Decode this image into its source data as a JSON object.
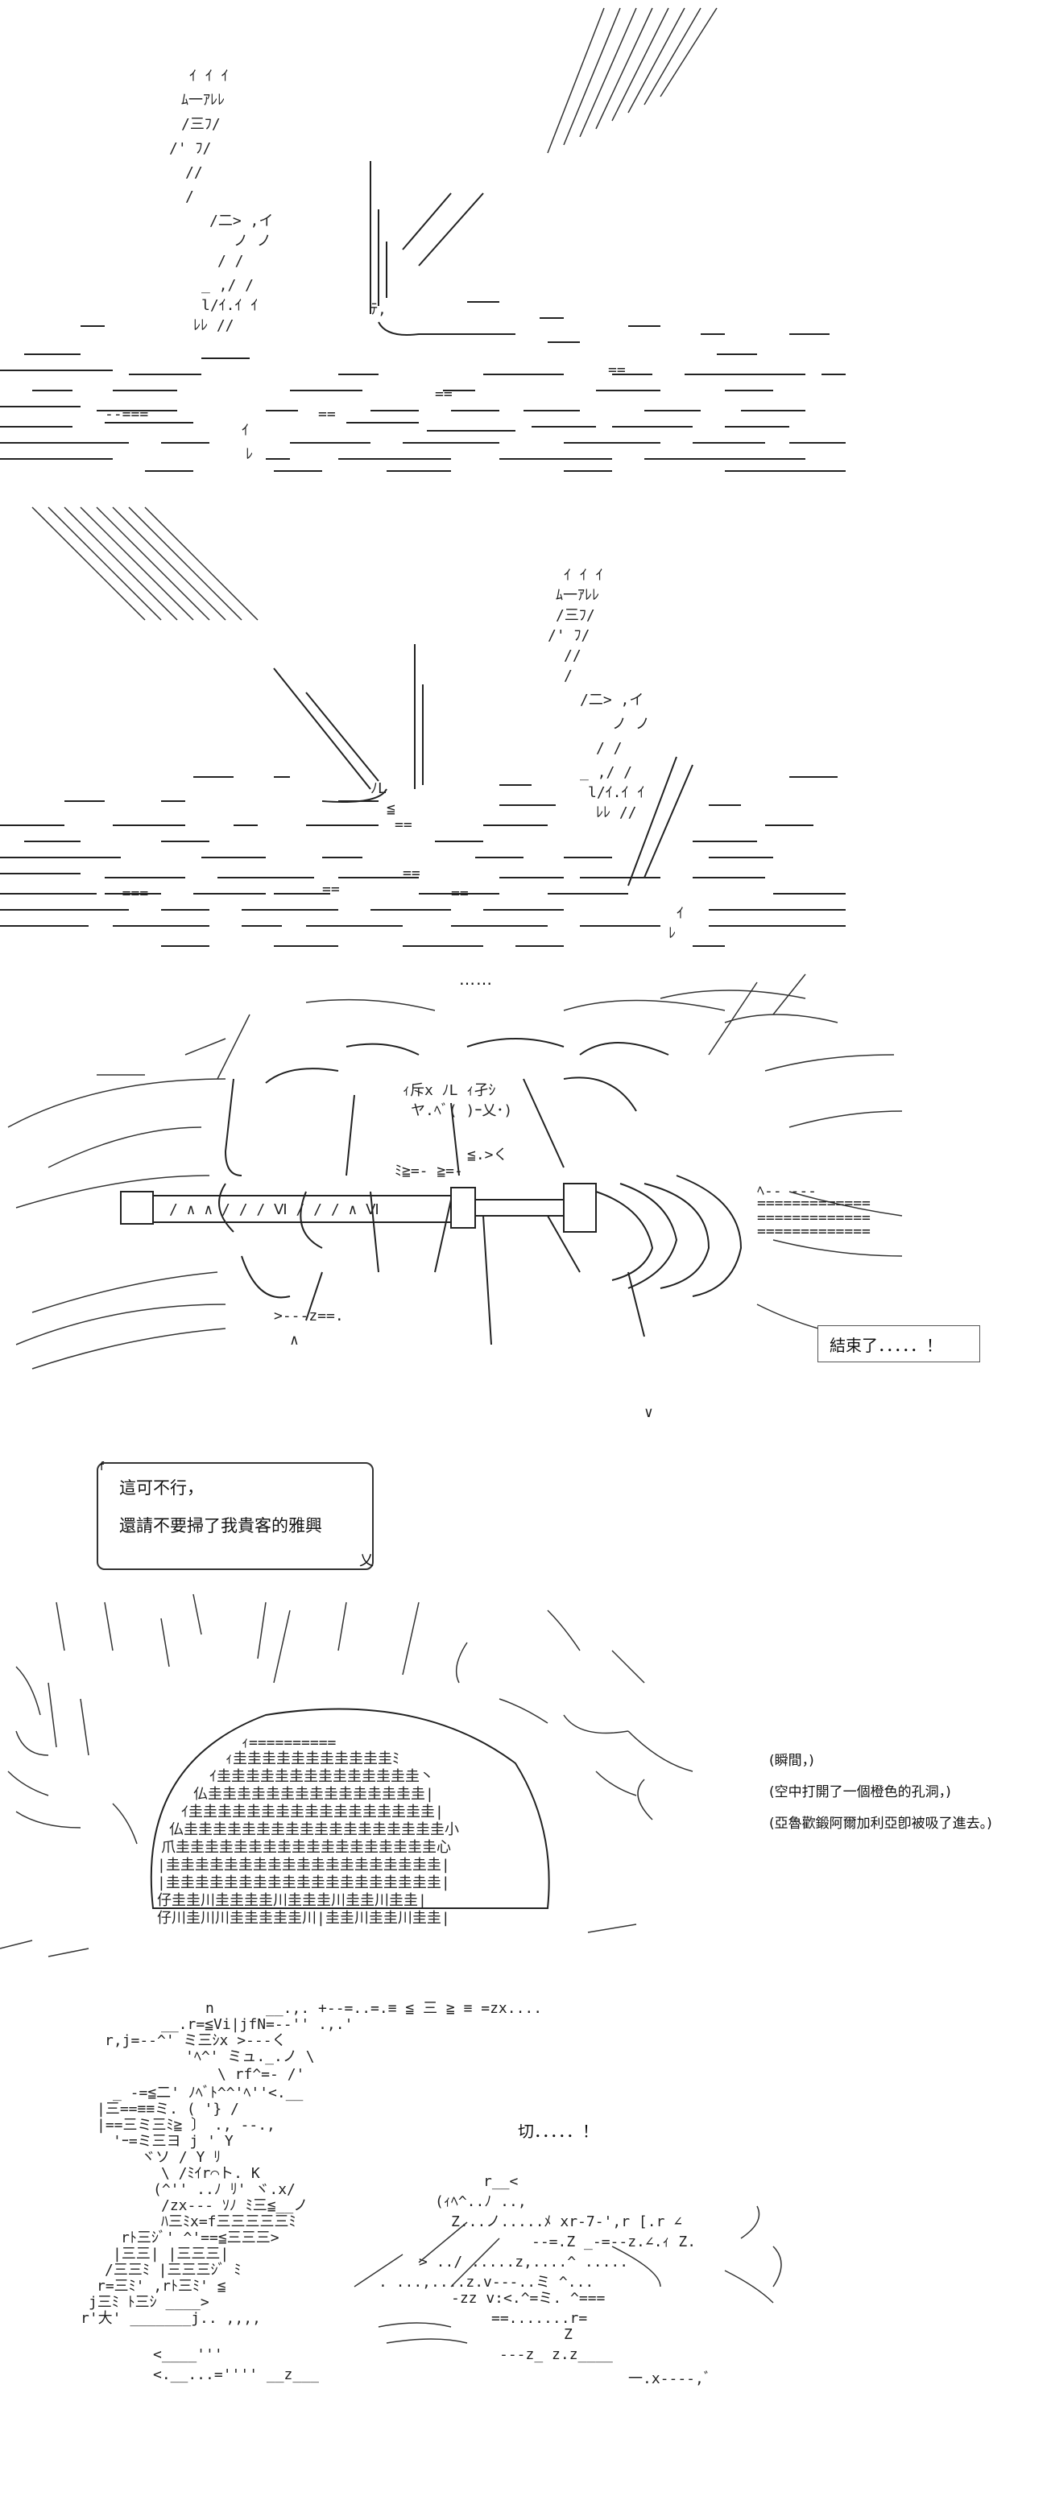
{
  "panel1": {
    "caption": ""
  },
  "panel3": {
    "ellipsis": "……",
    "box_text": "結束了．．．．．！"
  },
  "panel4": {
    "marker": "f",
    "line1": "這可不行，",
    "line2": "還請不要掃了我貴客的雅興",
    "tail": "乂"
  },
  "panel5": {
    "line1": "(瞬間，)",
    "line2": "(空中打開了一個橙色的孔洞，)",
    "line3": "(亞魯歡鍛阿爾加利亞卽被吸了進去。)"
  },
  "panel6": {
    "line1": "切．．．．．！"
  }
}
